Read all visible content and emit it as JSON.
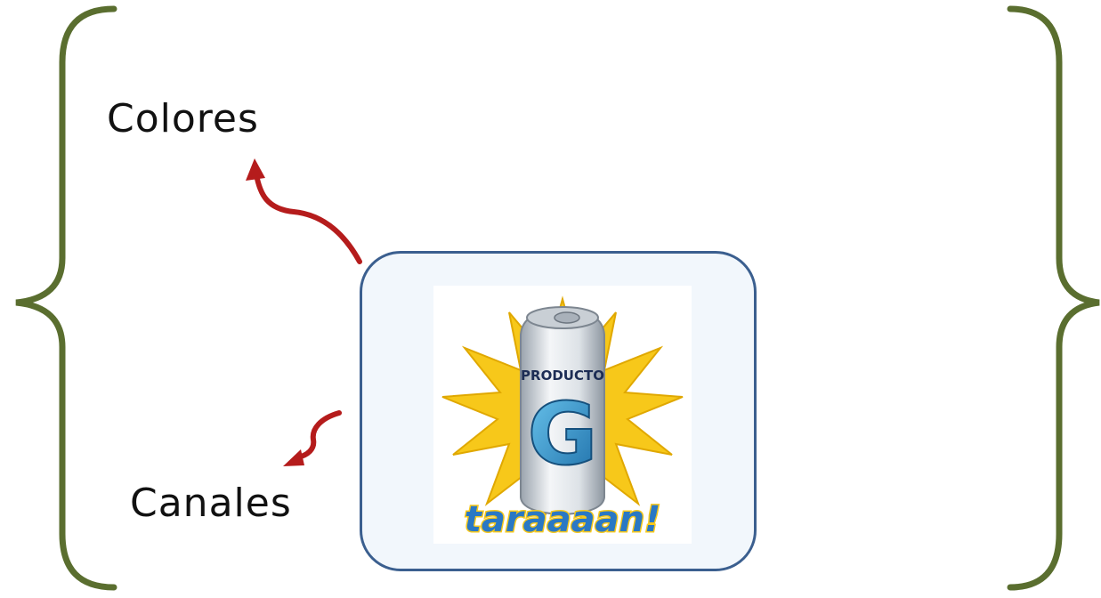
{
  "diagram": {
    "labels": {
      "top": "Colores",
      "bottom": "Canales"
    },
    "product": {
      "can_text": "PRODUCTO",
      "logo_letter": "G",
      "slogan": "taraaaan!"
    },
    "colors": {
      "brace": "#5a6e2f",
      "arrow": "#b51c1c",
      "box_border": "#3b5f8f",
      "box_fill": "#f2f7fc",
      "burst": "#f7c81a",
      "logo": "#2f8fc4",
      "slogan": "#2a78c4"
    }
  }
}
